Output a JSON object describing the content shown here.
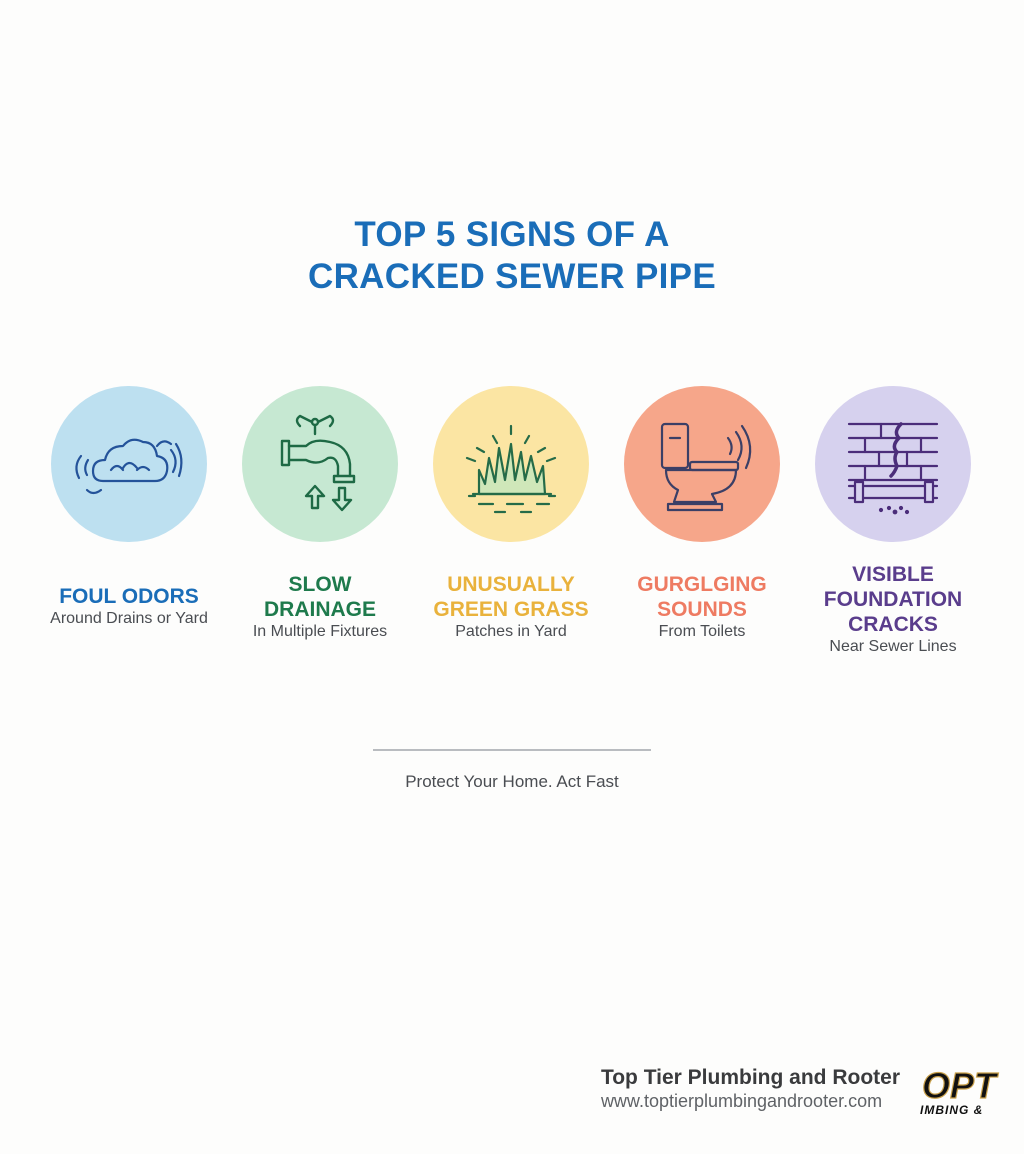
{
  "title": {
    "line1": "TOP 5 SIGNS OF A",
    "line2": "CRACKED SEWER PIPE",
    "color": "#1a6db8"
  },
  "signs": [
    {
      "icon": "cloud-odor-icon",
      "circle_color": "#bde0f0",
      "label_lines": [
        "FOUL ODORS"
      ],
      "label_color": "#1a6db8",
      "subtitle": "Around Drains or Yard"
    },
    {
      "icon": "faucet-drain-icon",
      "circle_color": "#c6e8d2",
      "label_lines": [
        "SLOW",
        "DRAINAGE"
      ],
      "label_color": "#1e7a4c",
      "subtitle": "In Multiple Fixtures"
    },
    {
      "icon": "green-grass-icon",
      "circle_color": "#fbe5a3",
      "label_lines": [
        "UNUSUALLY",
        "GREEN GRASS"
      ],
      "label_color": "#e9b23c",
      "subtitle": "Patches in Yard"
    },
    {
      "icon": "gurgling-toilet-icon",
      "circle_color": "#f6a68a",
      "label_lines": [
        "GURGLGING",
        "SOUNDS"
      ],
      "label_color": "#ee7b62",
      "subtitle": "From Toilets"
    },
    {
      "icon": "cracked-wall-icon",
      "circle_color": "#d6d1ee",
      "label_lines": [
        "VISIBLE",
        "FOUNDATION",
        "CRACKS"
      ],
      "label_color": "#5a3d8c",
      "subtitle": "Near Sewer Lines"
    }
  ],
  "tagline": "Protect Your Home. Act Fast",
  "footer": {
    "company": "Top Tier Plumbing and Rooter",
    "url": "www.toptierplumbingandrooter.com",
    "logo_text_top": "OPT",
    "logo_text_bottom": "IMBING &"
  }
}
